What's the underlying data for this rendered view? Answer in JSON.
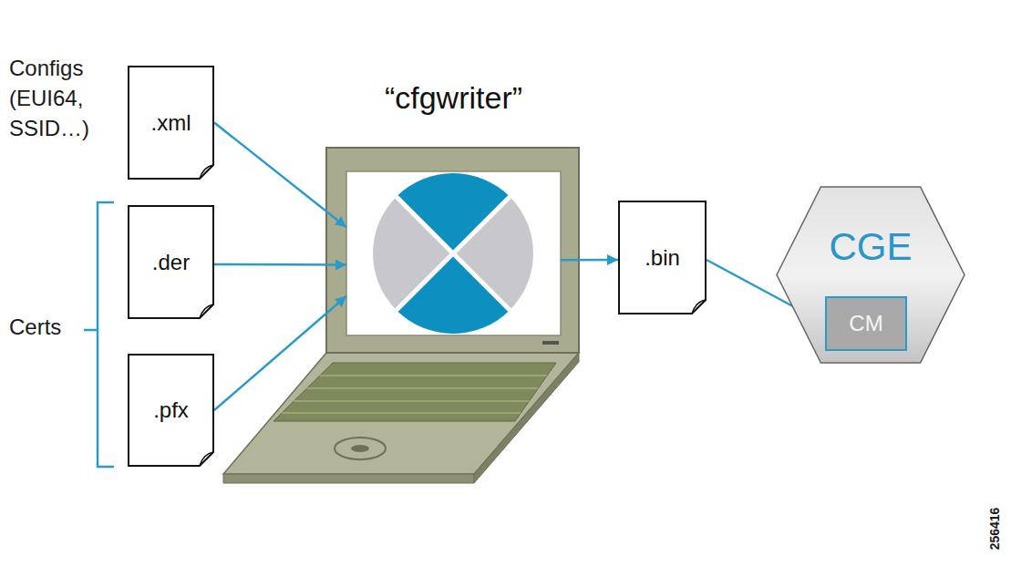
{
  "diagram": {
    "nodes": [
      {
        "text": [
          ".xml"
        ]
      },
      {
        "text": [
          ".der"
        ]
      },
      {
        "text": [
          ".pfx"
        ]
      },
      {
        "text": [
          "“cfgwriter”"
        ]
      },
      {
        "text": [
          ".bin"
        ]
      },
      {
        "text": [
          "CGE"
        ]
      },
      {
        "text": [
          "CM"
        ],
        "in": 5
      }
    ],
    "edges": [
      {
        "from": 0,
        "to": 3,
        "arrow": "to"
      },
      {
        "from": 1,
        "to": 3,
        "arrow": "to"
      },
      {
        "from": 2,
        "to": 3,
        "arrow": "to"
      },
      {
        "from": 3,
        "to": 4,
        "arrow": "to"
      },
      {
        "from": 4,
        "to": 6,
        "arrow": "to"
      }
    ],
    "labels": [
      "Configs (EUI64, SSID…)",
      "Certs",
      "256416"
    ]
  }
}
